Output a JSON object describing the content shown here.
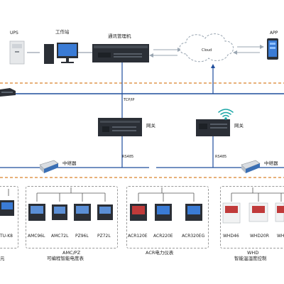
{
  "nodes": {
    "ups": "UPS",
    "workstation": "工作站",
    "comm_server": "通讯管理机",
    "cloud": "Cloud",
    "app": "APP",
    "tcpip": "TCP/IP",
    "gateway_left": "网关",
    "gateway_right": "网关",
    "rs485_left": "RS485",
    "rs485_right": "RS485",
    "repeater_left": "中继器",
    "repeater_right": "中继器"
  },
  "groups": [
    {
      "title": "",
      "subtitle": "元",
      "devices": [
        "TU-K8"
      ]
    },
    {
      "title": "AMC/PZ",
      "subtitle": "可编程智能电度表",
      "devices": [
        "AMC96L",
        "AMC72L",
        "PZ96L",
        "PZ72L"
      ]
    },
    {
      "title": "",
      "subtitle": "ACR电力仪表",
      "devices": [
        "ACR120E",
        "ACR220E",
        "ACR320EG"
      ]
    },
    {
      "title": "WHD",
      "subtitle": "智能温湿度控制",
      "devices": [
        "WHD46",
        "WHD20R",
        "WH"
      ]
    }
  ],
  "colors": {
    "bus_line": "#1f4e9c",
    "dash_line": "#d9822b",
    "device_dark": "#2b2f36",
    "screen_blue": "#3a7bd5",
    "wifi_teal": "#1aa6a6"
  }
}
